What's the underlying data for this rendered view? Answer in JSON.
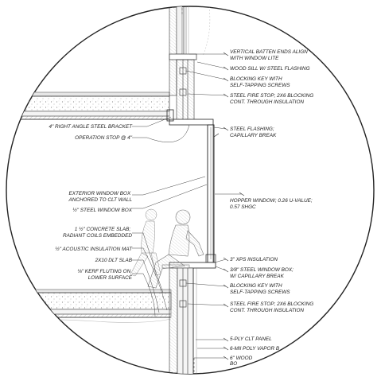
{
  "annotations": {
    "vertical_batten": [
      "VERTICAL BATTEN ENDS ALIGN",
      "WITH WINDOW LITE"
    ],
    "wood_sill": [
      "WOOD SILL W/ STEEL FLASHING"
    ],
    "blocking_key_top": [
      "BLOCKING KEY WITH",
      "SELF-TAPPING SCREWS"
    ],
    "fire_stop_top": [
      "STEEL FIRE STOP; 2X6 BLOCKING",
      "CONT. THROUGH INSULATION"
    ],
    "right_angle_bracket": [
      "4\" RIGHT ANGLE STEEL BRACKET"
    ],
    "operation_stop": [
      "OPERATION STOP @ 4\""
    ],
    "steel_flashing": [
      "STEEL FLASHING;",
      "CAPILLARY BREAK"
    ],
    "exterior_window_box": [
      "EXTERIOR WINDOW BOX",
      "ANCHORED TO CLT WALL"
    ],
    "steel_window_box_half": [
      "½\" STEEL WINDOW BOX"
    ],
    "hopper_window": [
      "HOPPER WINDOW; 0.26 U-VALUE;",
      "0.57 SHGC"
    ],
    "concrete_slab": [
      "1 ½\" CONCRETE SLAB;",
      "RADIANT COILS EMBEDDED"
    ],
    "acoustic_mat": [
      "½\" ACOUSTIC INSULATION MAT"
    ],
    "xps_insulation": [
      "3\" XPS INSULATION"
    ],
    "dlt_slab": [
      "2X10 DLT SLAB"
    ],
    "steel_window_box_3_8": [
      "3/8\" STEEL WINDOW BOX;",
      "W/ CAPILLARY BREAK"
    ],
    "kerf_fluting": [
      "⅛\" KERF FLUTING ON",
      "LOWER SURFACE"
    ],
    "blocking_key_bottom": [
      "BLOCKING KEY WITH",
      "SELF-TAPPING SCREWS"
    ],
    "fire_stop_bottom": [
      "STEEL FIRE STOP; 2X6 BLOCKING",
      "CONT. THROUGH INSULATION"
    ],
    "clt_panel": [
      "5-PLY CLT PANEL"
    ],
    "vapor": [
      "6-MIl POLY VAPOR B"
    ],
    "wood_bottom": [
      "6\" WOOD",
      "BO"
    ]
  }
}
